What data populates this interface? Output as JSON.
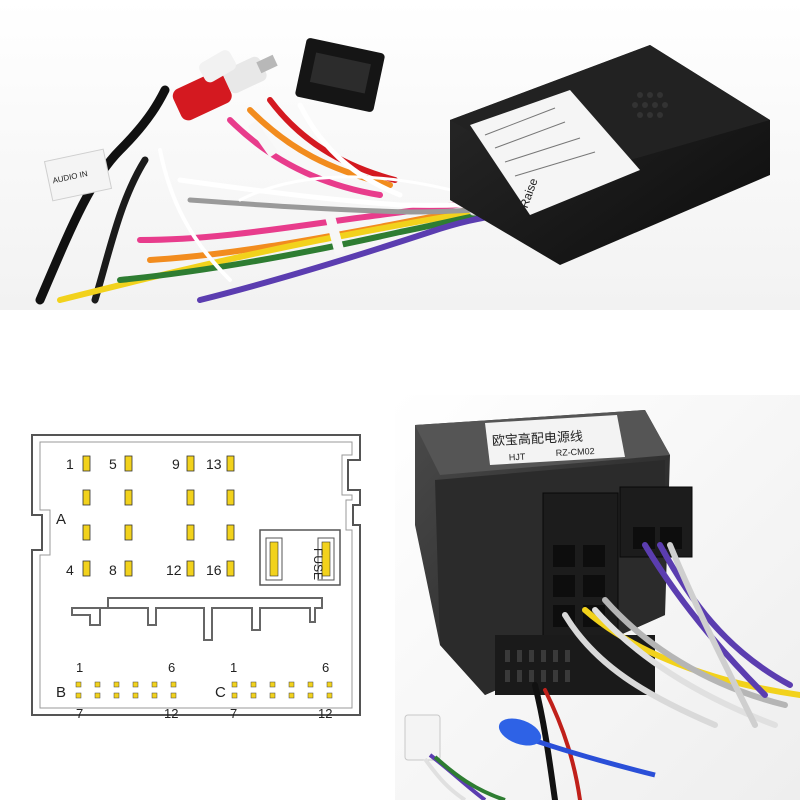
{
  "photo_top": {
    "module_label": "Raise",
    "cable_tag": "AUDIO IN"
  },
  "diagram": {
    "connector_a_label": "A",
    "pin_labels_top": [
      "1",
      "5",
      "9",
      "13"
    ],
    "pin_labels_bottom": [
      "4",
      "8",
      "12",
      "16"
    ],
    "fuse_label": "FUSE",
    "connector_b_label": "B",
    "connector_c_label": "C",
    "b_pin_top_first": "1",
    "b_pin_top_last": "6",
    "b_pin_bottom_first": "7",
    "b_pin_bottom_last": "12",
    "c_pin_top_first": "1",
    "c_pin_top_last": "6",
    "c_pin_bottom_first": "7",
    "c_pin_bottom_last": "12",
    "pin_color": "#f2d21c"
  },
  "photo_bottom": {
    "label_line1": "欧宝高配电源线",
    "label_line2_left": "HJT",
    "label_line2_right": "RZ-CM02"
  }
}
